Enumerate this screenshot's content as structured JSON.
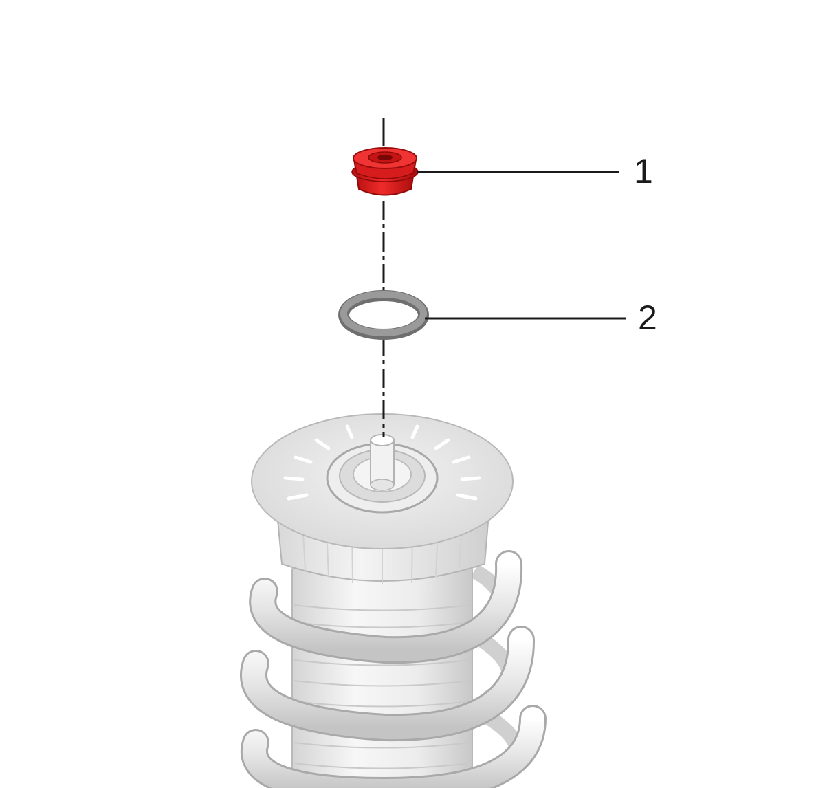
{
  "diagram": {
    "colors": {
      "highlight_part": "#e01a1a",
      "washer": "#8a8a8a",
      "assembly": "#e6e6e6",
      "outline": "#b0b0b0",
      "leader": "#1a1a1a"
    },
    "callouts": [
      {
        "number": "1",
        "part": "nut"
      },
      {
        "number": "2",
        "part": "washer"
      }
    ],
    "assembly": "shock-absorber-and-coil-spring"
  }
}
